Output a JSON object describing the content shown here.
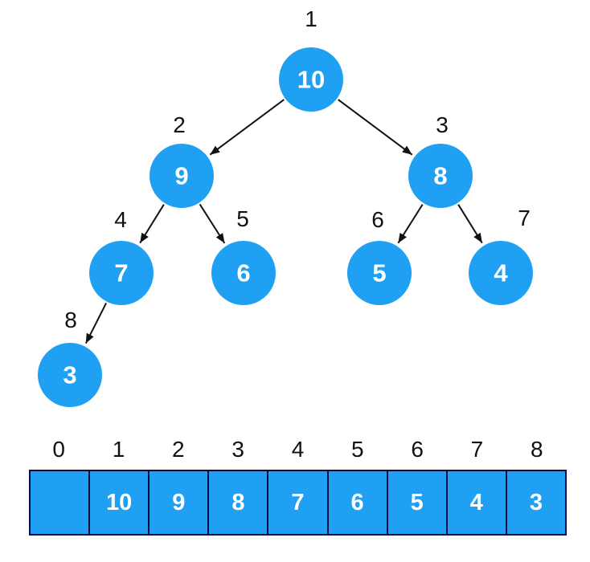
{
  "diagram": {
    "description": "Max-heap binary tree with array representation"
  },
  "tree": {
    "nodes": [
      {
        "label": "1",
        "value": "10"
      },
      {
        "label": "2",
        "value": "9"
      },
      {
        "label": "3",
        "value": "8"
      },
      {
        "label": "4",
        "value": "7"
      },
      {
        "label": "5",
        "value": "6"
      },
      {
        "label": "6",
        "value": "5"
      },
      {
        "label": "7",
        "value": "4"
      },
      {
        "label": "8",
        "value": "3"
      }
    ]
  },
  "array": {
    "indices": [
      "0",
      "1",
      "2",
      "3",
      "4",
      "5",
      "6",
      "7",
      "8"
    ],
    "values": [
      "",
      "10",
      "9",
      "8",
      "7",
      "6",
      "5",
      "4",
      "3"
    ]
  },
  "colors": {
    "node_fill": "#1fa0f2",
    "node_text": "#ffffff",
    "label_color": "#111111",
    "arrow_color": "#111111",
    "cell_fill": "#1fa0f2",
    "cell_border": "#0a0a3d",
    "cell_text": "#ffffff",
    "background": "#ffffff"
  }
}
